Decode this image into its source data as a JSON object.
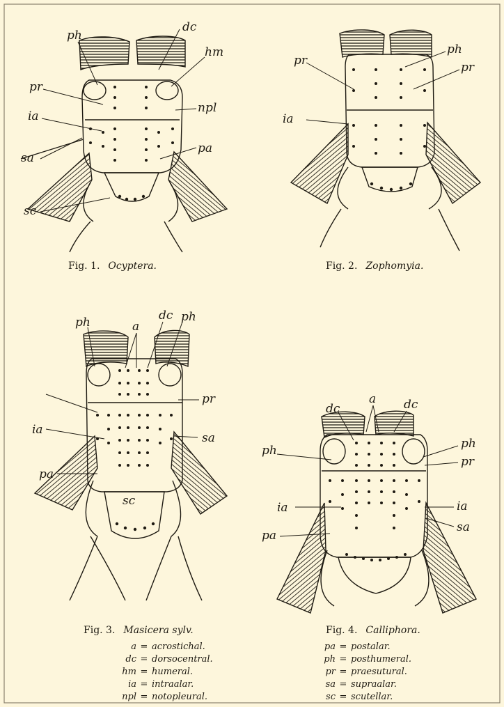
{
  "figures": [
    {
      "number": "Fig. 1.",
      "name": "Ocyptera."
    },
    {
      "number": "Fig. 2.",
      "name": "Zophomyia."
    },
    {
      "number": "Fig. 3.",
      "name": "Masicera sylv."
    },
    {
      "number": "Fig. 4.",
      "name": "Calliphora."
    }
  ],
  "labels": {
    "a": "a",
    "dc": "dc",
    "hm": "hm",
    "ia": "ia",
    "npl": "npl",
    "pa": "pa",
    "ph": "ph",
    "pr": "pr",
    "sa": "sa",
    "sc": "sc"
  },
  "legend": [
    {
      "abbr": "a",
      "term": "acrostichal."
    },
    {
      "abbr": "dc",
      "term": "dorsocentral."
    },
    {
      "abbr": "hm",
      "term": "humeral."
    },
    {
      "abbr": "ia",
      "term": "intraalar."
    },
    {
      "abbr": "npl",
      "term": "notopleural."
    },
    {
      "abbr": "pa",
      "term": "postalar."
    },
    {
      "abbr": "ph",
      "term": "posthumeral."
    },
    {
      "abbr": "pr",
      "term": "praesutural."
    },
    {
      "abbr": "sa",
      "term": "supraalar."
    },
    {
      "abbr": "sc",
      "term": "scutellar."
    }
  ],
  "colors": {
    "paper": "#fdf6dc",
    "ink": "#1e1a12"
  }
}
